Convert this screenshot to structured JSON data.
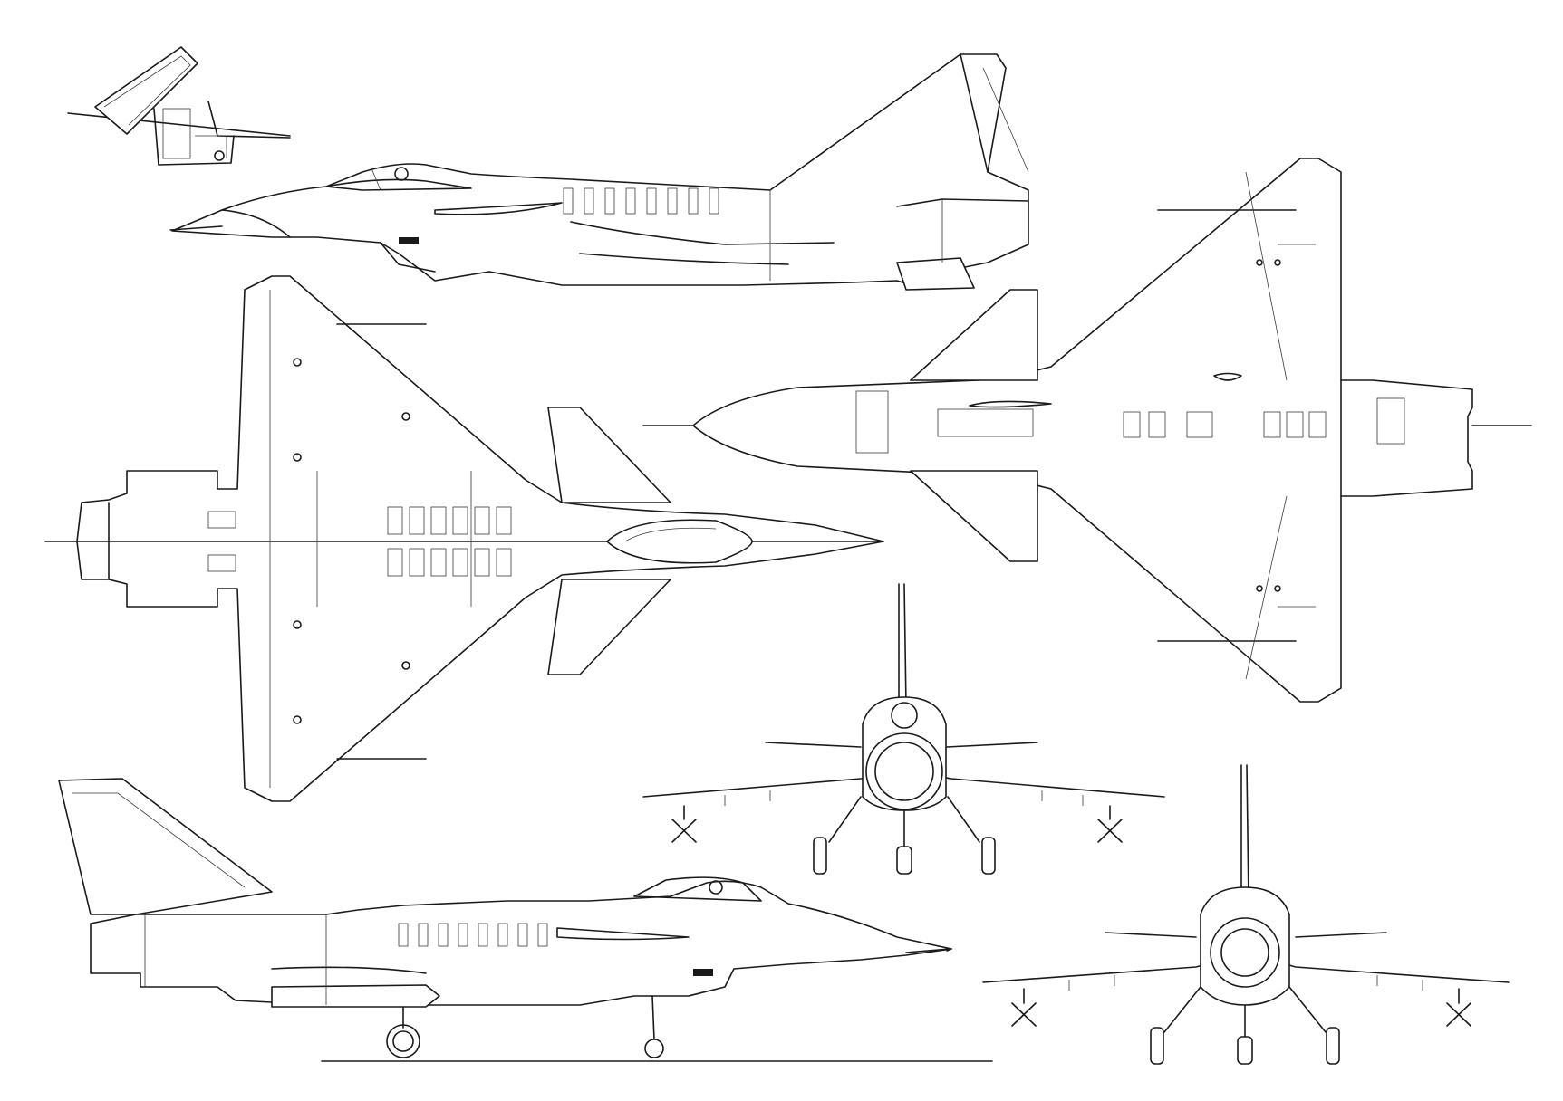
{
  "drawing": {
    "views": [
      {
        "id": "canopy-detail"
      },
      {
        "id": "side-view-upper"
      },
      {
        "id": "top-view"
      },
      {
        "id": "bottom-view"
      },
      {
        "id": "front-view"
      },
      {
        "id": "side-view-lower"
      },
      {
        "id": "rear-view"
      }
    ],
    "colors": {
      "line": "#1a1a1a",
      "paper": "#ffffff"
    }
  }
}
